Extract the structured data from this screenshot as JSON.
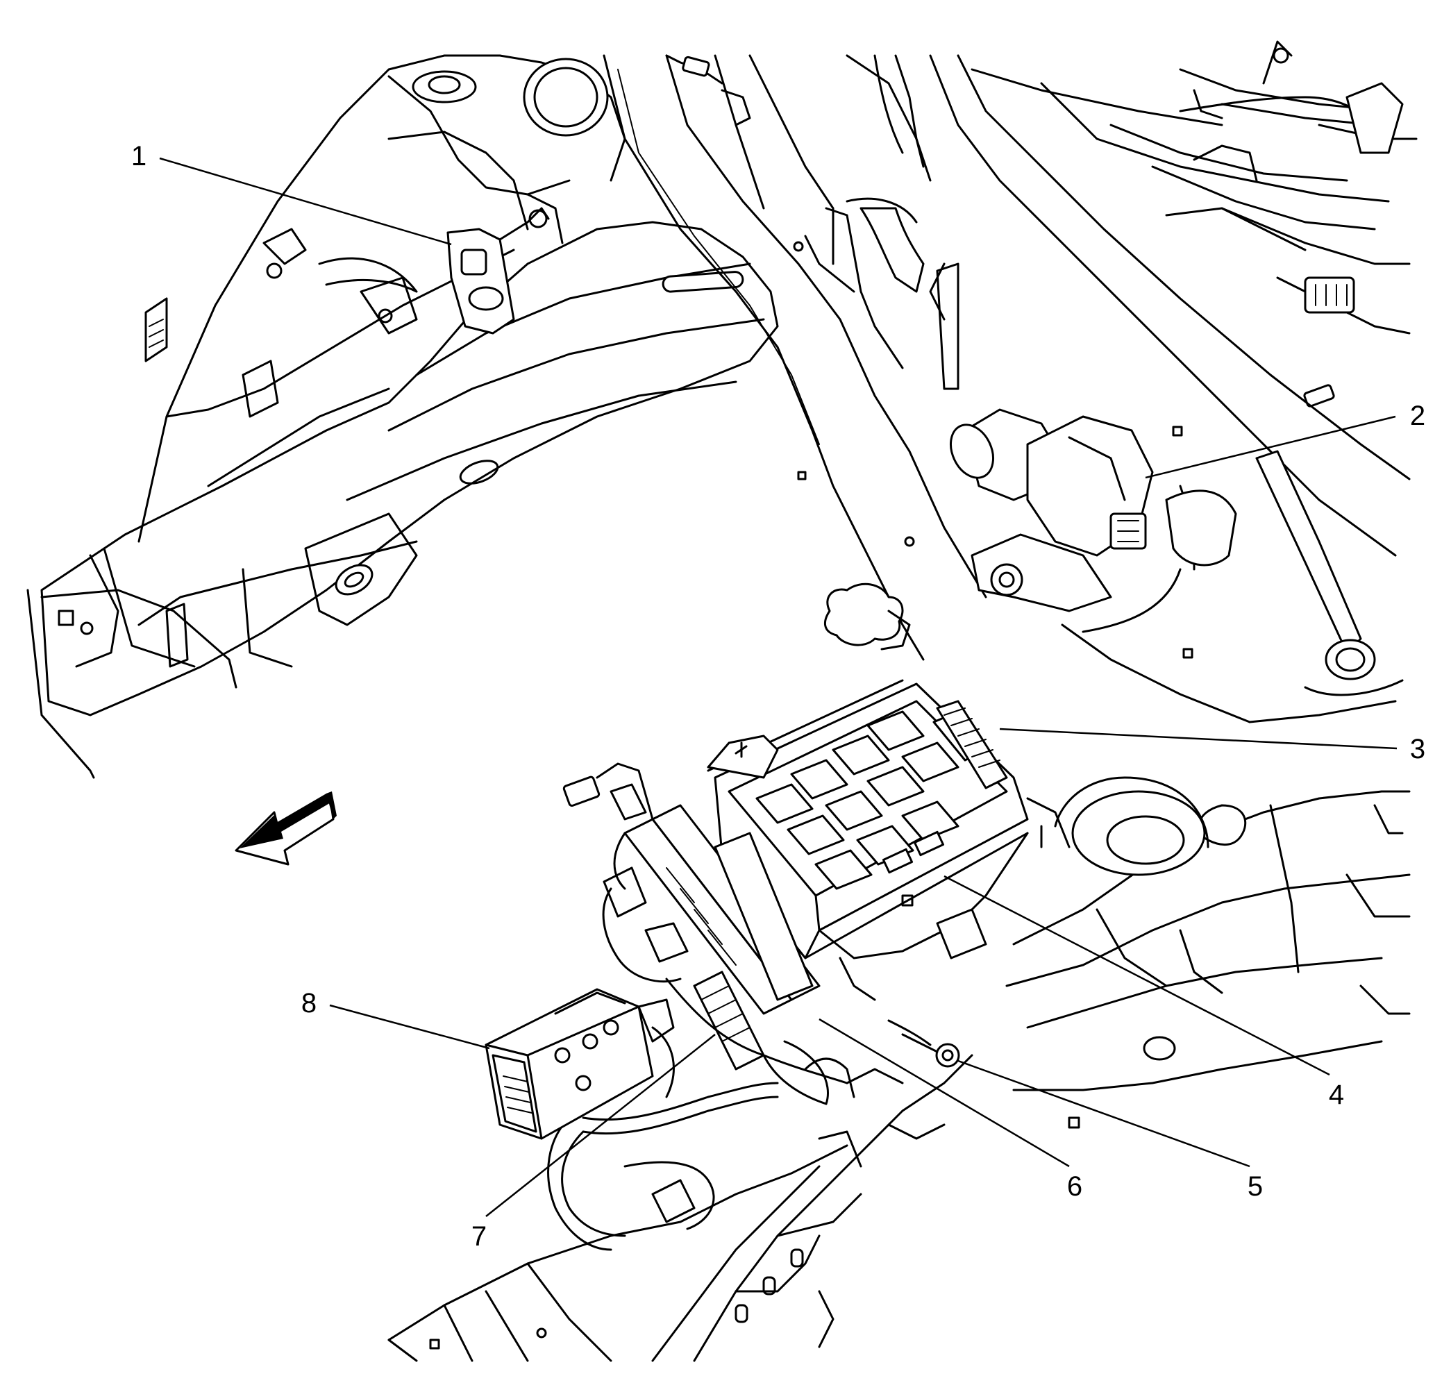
{
  "callouts": [
    {
      "label": "1"
    },
    {
      "label": "2"
    },
    {
      "label": "3"
    },
    {
      "label": "4"
    },
    {
      "label": "5"
    },
    {
      "label": "6"
    },
    {
      "label": "7"
    },
    {
      "label": "8"
    }
  ],
  "colors": {
    "line": "#000000",
    "background": "#ffffff"
  }
}
